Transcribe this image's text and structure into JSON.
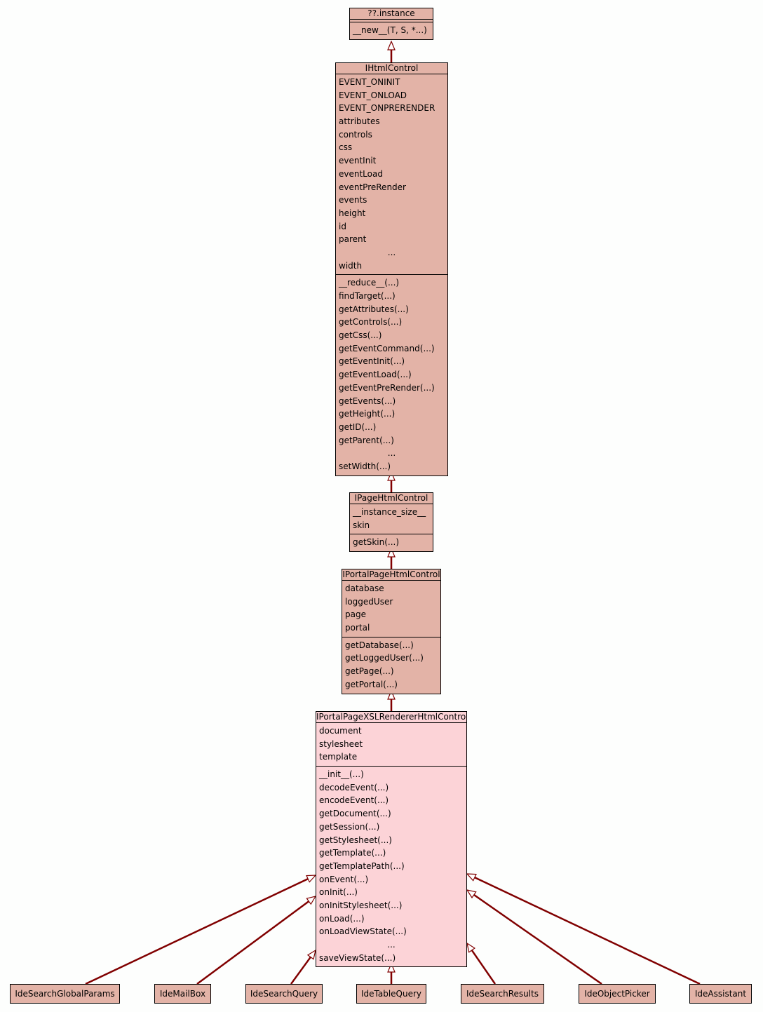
{
  "colors": {
    "edge": "#800000",
    "node_fill": "#e3b3a7",
    "highlight_fill": "#fcd3d7"
  },
  "classes": {
    "instance": {
      "name": "??.instance",
      "attributes": [],
      "methods": [
        "__new__(T, S, *...)"
      ]
    },
    "ihtmlcontrol": {
      "name": "IHtmlControl",
      "attributes": [
        "EVENT_ONINIT",
        "EVENT_ONLOAD",
        "EVENT_ONPRERENDER",
        "attributes",
        "controls",
        "css",
        "eventInit",
        "eventLoad",
        "eventPreRender",
        "events",
        "height",
        "id",
        "parent",
        "...",
        "width"
      ],
      "methods": [
        "__reduce__(...)",
        "findTarget(...)",
        "getAttributes(...)",
        "getControls(...)",
        "getCss(...)",
        "getEventCommand(...)",
        "getEventInit(...)",
        "getEventLoad(...)",
        "getEventPreRender(...)",
        "getEvents(...)",
        "getHeight(...)",
        "getID(...)",
        "getParent(...)",
        "...",
        "setWidth(...)"
      ]
    },
    "ipagehtmlcontrol": {
      "name": "IPageHtmlControl",
      "attributes": [
        "__instance_size__",
        "skin"
      ],
      "methods": [
        "getSkin(...)"
      ]
    },
    "iportalpagehtmlcontrol": {
      "name": "IPortalPageHtmlControl",
      "attributes": [
        "database",
        "loggedUser",
        "page",
        "portal"
      ],
      "methods": [
        "getDatabase(...)",
        "getLoggedUser(...)",
        "getPage(...)",
        "getPortal(...)"
      ]
    },
    "iportalpagexslrendererhtmlcontrol": {
      "name": "IPortalPageXSLRendererHtmlControl",
      "attributes": [
        "document",
        "stylesheet",
        "template"
      ],
      "methods": [
        "__init__(...)",
        "decodeEvent(...)",
        "encodeEvent(...)",
        "getDocument(...)",
        "getSession(...)",
        "getStylesheet(...)",
        "getTemplate(...)",
        "getTemplatePath(...)",
        "onEvent(...)",
        "onInit(...)",
        "onInitStylesheet(...)",
        "onLoad(...)",
        "onLoadViewState(...)",
        "...",
        "saveViewState(...)"
      ]
    }
  },
  "subclasses": [
    "IdeSearchGlobalParams",
    "IdeMailBox",
    "IdeSearchQuery",
    "IdeTableQuery",
    "IdeSearchResults",
    "IdeObjectPicker",
    "IdeAssistant"
  ]
}
